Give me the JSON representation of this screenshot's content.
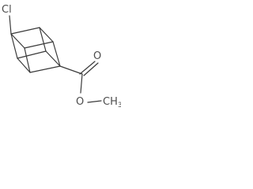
{
  "molecule": {
    "atoms": {
      "chlorine": "Cl",
      "carbonyl_oxygen": "O",
      "ester_oxygen": "O",
      "methyl": "CH3"
    },
    "colors": {
      "bond": "#3a3a3a",
      "label": "#4d4d4d",
      "background": "#ffffff"
    }
  }
}
